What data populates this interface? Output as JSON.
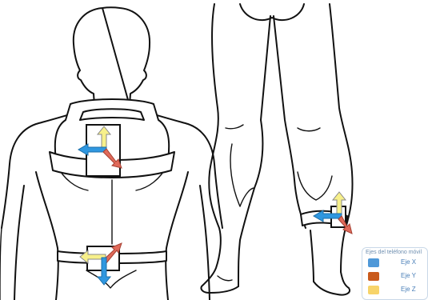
{
  "legend": {
    "title": "Ejes del teléfono móvil",
    "items": [
      {
        "label": "Eje X",
        "color": "#4f98d8"
      },
      {
        "label": "Eje Y",
        "color": "#c95a1c"
      },
      {
        "label": "Eje Z",
        "color": "#f7d46a"
      }
    ]
  },
  "arrow_colors": {
    "x": "#2f97e0",
    "y": "#e06a5a",
    "z": "#f7f08a"
  }
}
